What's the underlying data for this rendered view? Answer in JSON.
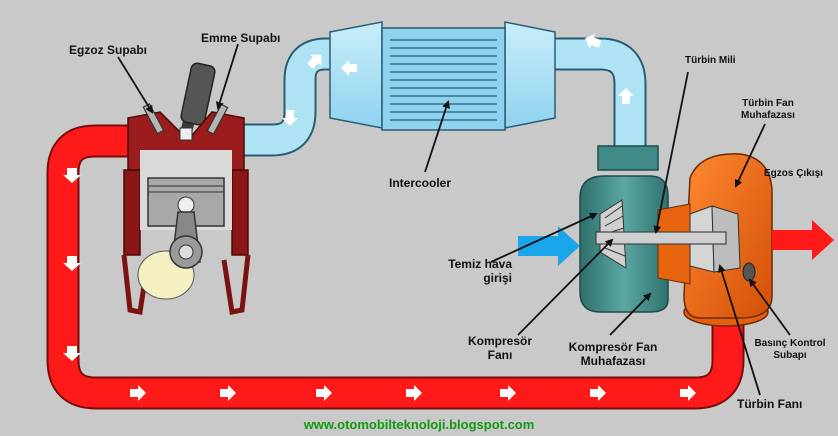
{
  "labels": {
    "egzoz_supabi": "Egzoz Supabı",
    "emme_supabi": "Emme Supabı",
    "intercooler": "Intercooler",
    "turbin_mili": "Türbin Mili",
    "turbin_fan_muhafazasi_1": "Türbin Fan",
    "turbin_fan_muhafazasi_2": "Muhafazası",
    "egzos_cikisi": "Egzos Çıkışı",
    "temiz_hava_1": "Temiz hava",
    "temiz_hava_2": "girişi",
    "kompresor_fani_1": "Kompresör",
    "kompresor_fani_2": "Fanı",
    "kompresor_fan_muh_1": "Kompresör Fan",
    "kompresor_fan_muh_2": "Muhafazası",
    "basinc_kontrol_1": "Basınç Kontrol",
    "basinc_kontrol_2": "Subapı",
    "turbin_fani": "Türbin Fanı"
  },
  "footer": "www.otomobilteknoloji.blogspot.com",
  "colors": {
    "background": "#c9c9c9",
    "exhaust_pipe": "#ff1a1a",
    "intake_pipe": "#aee3f4",
    "intercooler": "#8fd2ef",
    "compressor_housing": "#3f8a86",
    "turbine_housing": "#f2690f",
    "engine_block": "#9b1c1c",
    "fresh_air_arrow": "#1aa6e8",
    "exhaust_out_arrow": "#ff1a1a",
    "footer_text": "#119a11"
  },
  "icons": [
    "white-flow-arrow-icon",
    "fresh-air-arrow-icon",
    "exhaust-out-arrow-icon"
  ]
}
